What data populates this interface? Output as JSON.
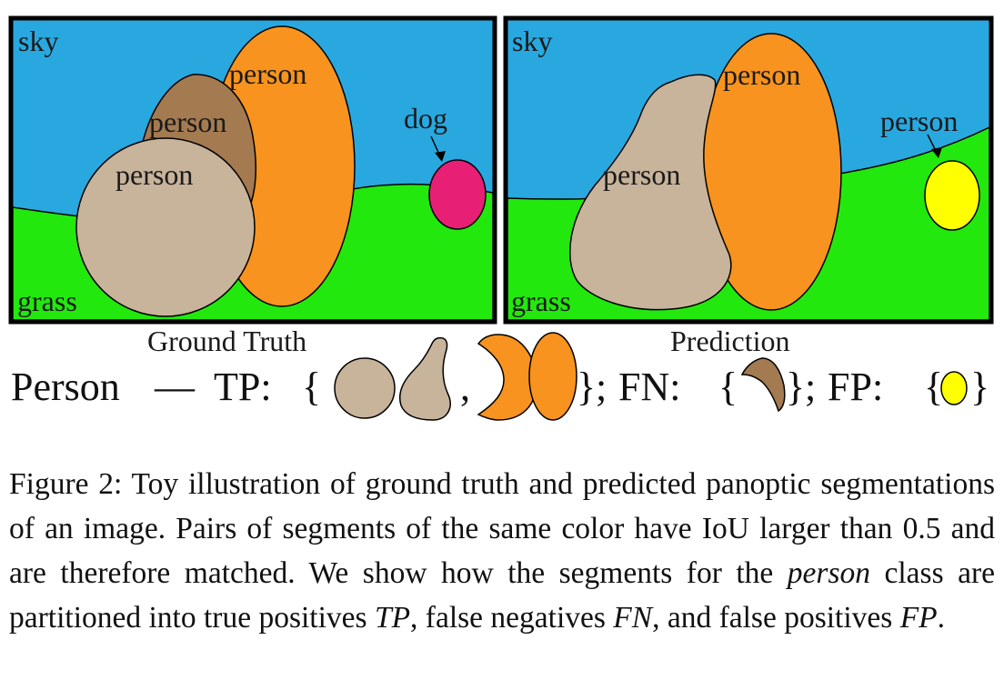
{
  "colors": {
    "sky": "#29A8E0",
    "grass": "#22E80E",
    "person_beige": "#C8B39B",
    "person_brown": "#A47A51",
    "person_orange": "#F7931E",
    "dog_magenta": "#E71F75",
    "fp_yellow": "#FFFF00",
    "frame": "#000000"
  },
  "ground_truth": {
    "title": "Ground Truth",
    "labels": {
      "sky": "sky",
      "grass": "grass",
      "person_orange": "person",
      "person_brown": "person",
      "person_beige": "person",
      "dog": "dog"
    }
  },
  "prediction": {
    "title": "Prediction",
    "labels": {
      "sky": "sky",
      "grass": "grass",
      "person_orange": "person",
      "person_beige": "person",
      "person_yellow": "person"
    }
  },
  "legend": {
    "class_name": "Person",
    "dash": "—",
    "tp_label": "TP:",
    "fn_label": "FN:",
    "fp_label": "FP:",
    "open_brace": "{",
    "close_brace": "}",
    "comma": ",",
    "semicolon": ";"
  },
  "caption": {
    "lead": "Figure 2:  Toy illustration of ground truth and predicted panoptic segmentations of an image.  Pairs of segments of the same color have IoU larger than 0.5 and are therefore matched. We show how the segments for the ",
    "class_italic": "person",
    "mid": " class are partitioned into true positives ",
    "tp": "TP",
    "sep1": ", false negatives ",
    "fn": "FN",
    "sep2": ", and false positives ",
    "fp": "FP",
    "end": "."
  }
}
